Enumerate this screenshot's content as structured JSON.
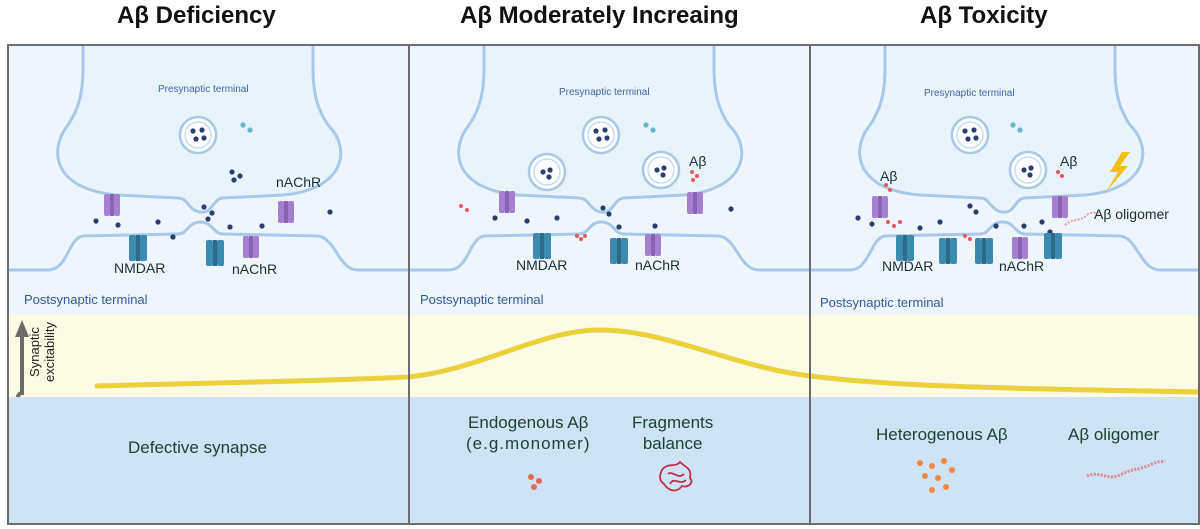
{
  "titles": {
    "deficiency": "Aβ Deficiency",
    "moderate": "Aβ Moderately Increaing",
    "toxicity": "Aβ Toxicity"
  },
  "labels": {
    "presynaptic": "Presynaptic terminal",
    "postsynaptic": "Postsynaptic terminal",
    "nmdar": "NMDAR",
    "nachr": "nAChR",
    "abeta": "Aβ",
    "abeta_oligomer": "Aβ oligomer",
    "synaptic_line1": "Synaptic",
    "synaptic_line2": "excitability"
  },
  "bottom": {
    "defective": "Defective synapse",
    "endogenous_line1": "Endogenous Aβ",
    "endogenous_line2": "(e.g.monomer)",
    "fragments_line1": "Fragments",
    "fragments_line2": "balance",
    "heterogenous": "Heterogenous Aβ",
    "oligomer": "Aβ oligomer"
  },
  "colors": {
    "membrane": "#a9c8e8",
    "cell_fill": "#e9f3fc",
    "band": "#fbfbe6",
    "bottom_band": "#cfe3f5",
    "curve": "#ecd23a",
    "nmdar": "#3d8ab0",
    "nachr": "#a77fd0",
    "dot": "#2a3f70",
    "abeta_red": "#e05a5a",
    "monomer": "#e06a55",
    "heterogenous": "#f08a40",
    "fragments": "#c0304a",
    "lightning": "#f2c014"
  }
}
